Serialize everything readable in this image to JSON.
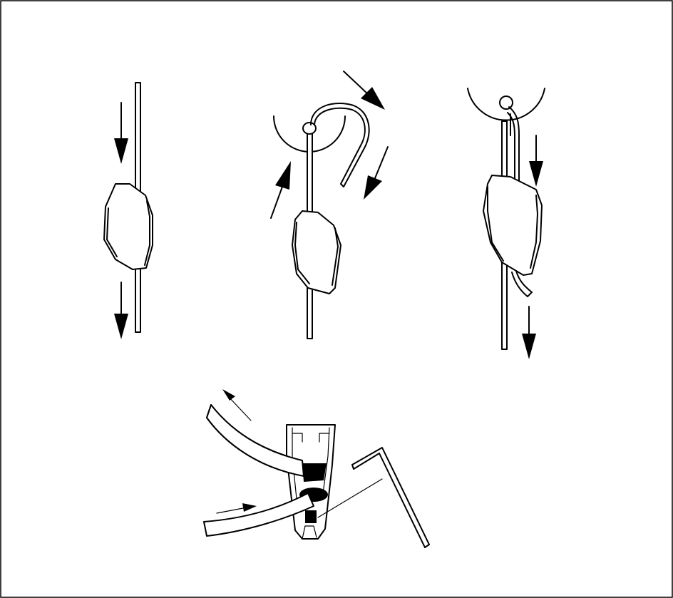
{
  "diagram": {
    "frame_color": "#000000",
    "background": "#ffffff",
    "panels": [
      {
        "name": "step-1",
        "arrows": [
          "down",
          "down"
        ]
      },
      {
        "name": "step-2",
        "arrows": [
          "up",
          "right-down",
          "down"
        ]
      },
      {
        "name": "step-3",
        "arrows": [
          "down",
          "down"
        ]
      },
      {
        "name": "step-4",
        "arrows": [
          "up-left",
          "right"
        ]
      }
    ]
  }
}
